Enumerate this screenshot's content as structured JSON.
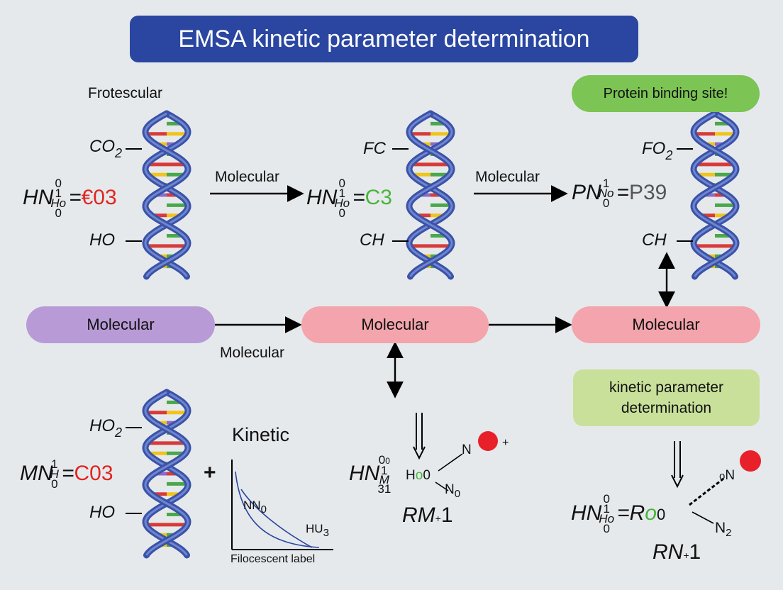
{
  "title": "EMSA kinetic parameter determination",
  "labels": {
    "frotescular": "Frotescular",
    "arrow_top_1": "Molecular",
    "arrow_top_2": "Molecular",
    "arrow_mid_below": "Molecular",
    "kinetic": "Kinetic",
    "plot_xlabel": "Filocescent label",
    "plot_curve_1": "NN",
    "plot_curve_1_sub": "0",
    "plot_curve_2": "HU",
    "plot_curve_2_sub": "3"
  },
  "boxes": {
    "purple": "Molecular",
    "pink_mid": "Molecular",
    "pink_right": "Molecular",
    "binding_site": "Protein binding site!",
    "kinetic_box": "kinetic parameter determination"
  },
  "dna1": {
    "co2": "CO",
    "co2_sub": "2",
    "ho": "HO",
    "formula_main": "HN",
    "formula_sup_top": "0",
    "formula_sup_mid": "1",
    "formula_sub": "Ho",
    "formula_sub2": "0",
    "formula_eq": "=",
    "formula_value": "€03"
  },
  "dna2": {
    "fc": "FC",
    "ch": "CH",
    "formula_main": "HN",
    "formula_sup_top": "0",
    "formula_sup_mid": "1",
    "formula_sub": "Ho",
    "formula_sub2": "0",
    "formula_eq": "=",
    "formula_value": "C3"
  },
  "dna3": {
    "fo2": "FO",
    "fo2_sub": "2",
    "ch": "CH",
    "formula_main": "PN",
    "formula_sup_mid": "1",
    "formula_sub": "No",
    "formula_sub2": "0",
    "formula_eq": "=",
    "formula_value": "P39"
  },
  "dna4": {
    "ho2": "HO",
    "ho2_sub": "2",
    "ho": "HO",
    "formula_main": "MN",
    "formula_sup_mid": "1",
    "formula_sub": "H",
    "formula_sub2": "0",
    "formula_eq": "=",
    "formula_value": "C03",
    "plus": "+"
  },
  "mol_mid": {
    "main": "HN",
    "sup_top": "0",
    "sup_top2": "0",
    "sup_mid": "1",
    "sub_mid": "M",
    "sub_3": "3",
    "sub_1": "1",
    "ho_h": "H",
    "ho_o": "o",
    "ho_0": "0",
    "n_top": "N",
    "plus": "+",
    "n_bottom": "N",
    "n_bottom_sub": "0",
    "caption": "RM",
    "caption_small": "+",
    "caption_end": "1"
  },
  "mol_right": {
    "main": "HN",
    "sup_top": "0",
    "sup_mid": "1",
    "sub": "Ho",
    "sub2": "0",
    "eq": "=",
    "r": "R",
    "o": "o",
    "zero": "0",
    "n_top": "N",
    "n_top_prefix": "o",
    "n_bottom": "N",
    "n_bottom_sub": "2",
    "caption": "RN",
    "caption_small": "+",
    "caption_end": "1"
  },
  "colors": {
    "banner": "#2a46a0",
    "dna_strand": "#3a52a8",
    "purple_box": "#b89bd6",
    "pink_box": "#f3a4ac",
    "green_box": "#7cc454",
    "light_green_box": "#c9e09a",
    "red_accent": "#e0261f",
    "green_accent": "#48b53a",
    "red_dot": "#e8202a"
  }
}
